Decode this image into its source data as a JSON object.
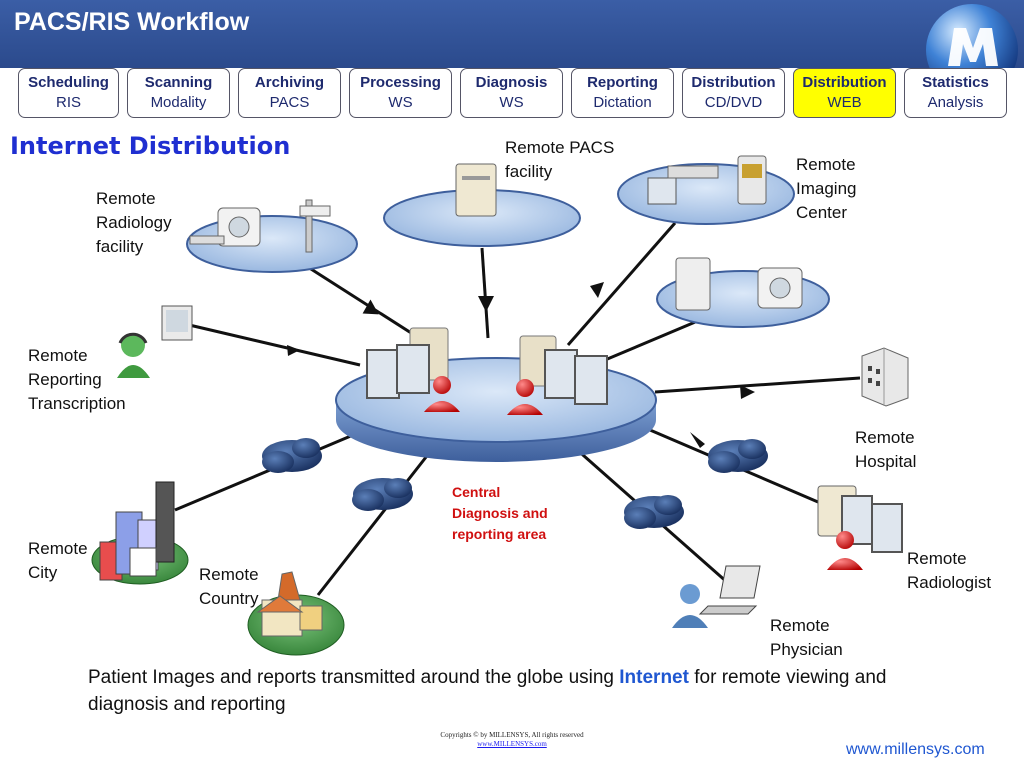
{
  "header": {
    "title": "PACS/RIS Workflow"
  },
  "tabs": [
    {
      "line1": "Scheduling",
      "line2": "RIS",
      "active": false
    },
    {
      "line1": "Scanning",
      "line2": "Modality",
      "active": false
    },
    {
      "line1": "Archiving",
      "line2": "PACS",
      "active": false
    },
    {
      "line1": "Processing",
      "line2": "WS",
      "active": false
    },
    {
      "line1": "Diagnosis",
      "line2": "WS",
      "active": false
    },
    {
      "line1": "Reporting",
      "line2": "Dictation",
      "active": false
    },
    {
      "line1": "Distribution",
      "line2": "CD/DVD",
      "active": false
    },
    {
      "line1": "Distribution",
      "line2": "WEB",
      "active": true
    },
    {
      "line1": "Statistics",
      "line2": "Analysis",
      "active": false
    }
  ],
  "main": {
    "heading": "Internet Distribution",
    "central_label": "Central\nDiagnosis and\nreporting area",
    "nodes": {
      "remote_pacs": "Remote PACS\nfacility",
      "remote_imaging": "Remote\nImaging\nCenter",
      "remote_radiology": "Remote\nRadiology\nfacility",
      "remote_reporting": "Remote\nReporting\nTranscription",
      "remote_hospital": "Remote\nHospital",
      "remote_radiologist": "Remote\nRadiologist",
      "remote_physician": "Remote\nPhysician",
      "remote_city": "Remote\nCity",
      "remote_country": "Remote\nCountry"
    },
    "caption": {
      "before": "Patient Images and reports transmitted around the globe using ",
      "highlight": "Internet",
      "after": " for remote viewing and diagnosis and reporting"
    }
  },
  "footer": {
    "copyright": "Copyrights © by MILLENSYS, All rights reserved",
    "copyright_link": "www.MILLENSYS.com",
    "site": "www.millensys.com"
  },
  "colors": {
    "title_bar": "#2f4f95",
    "tab_active": "#ffff00",
    "heading": "#1f2fd1",
    "central_label": "#d01010",
    "link": "#1f57d1"
  }
}
